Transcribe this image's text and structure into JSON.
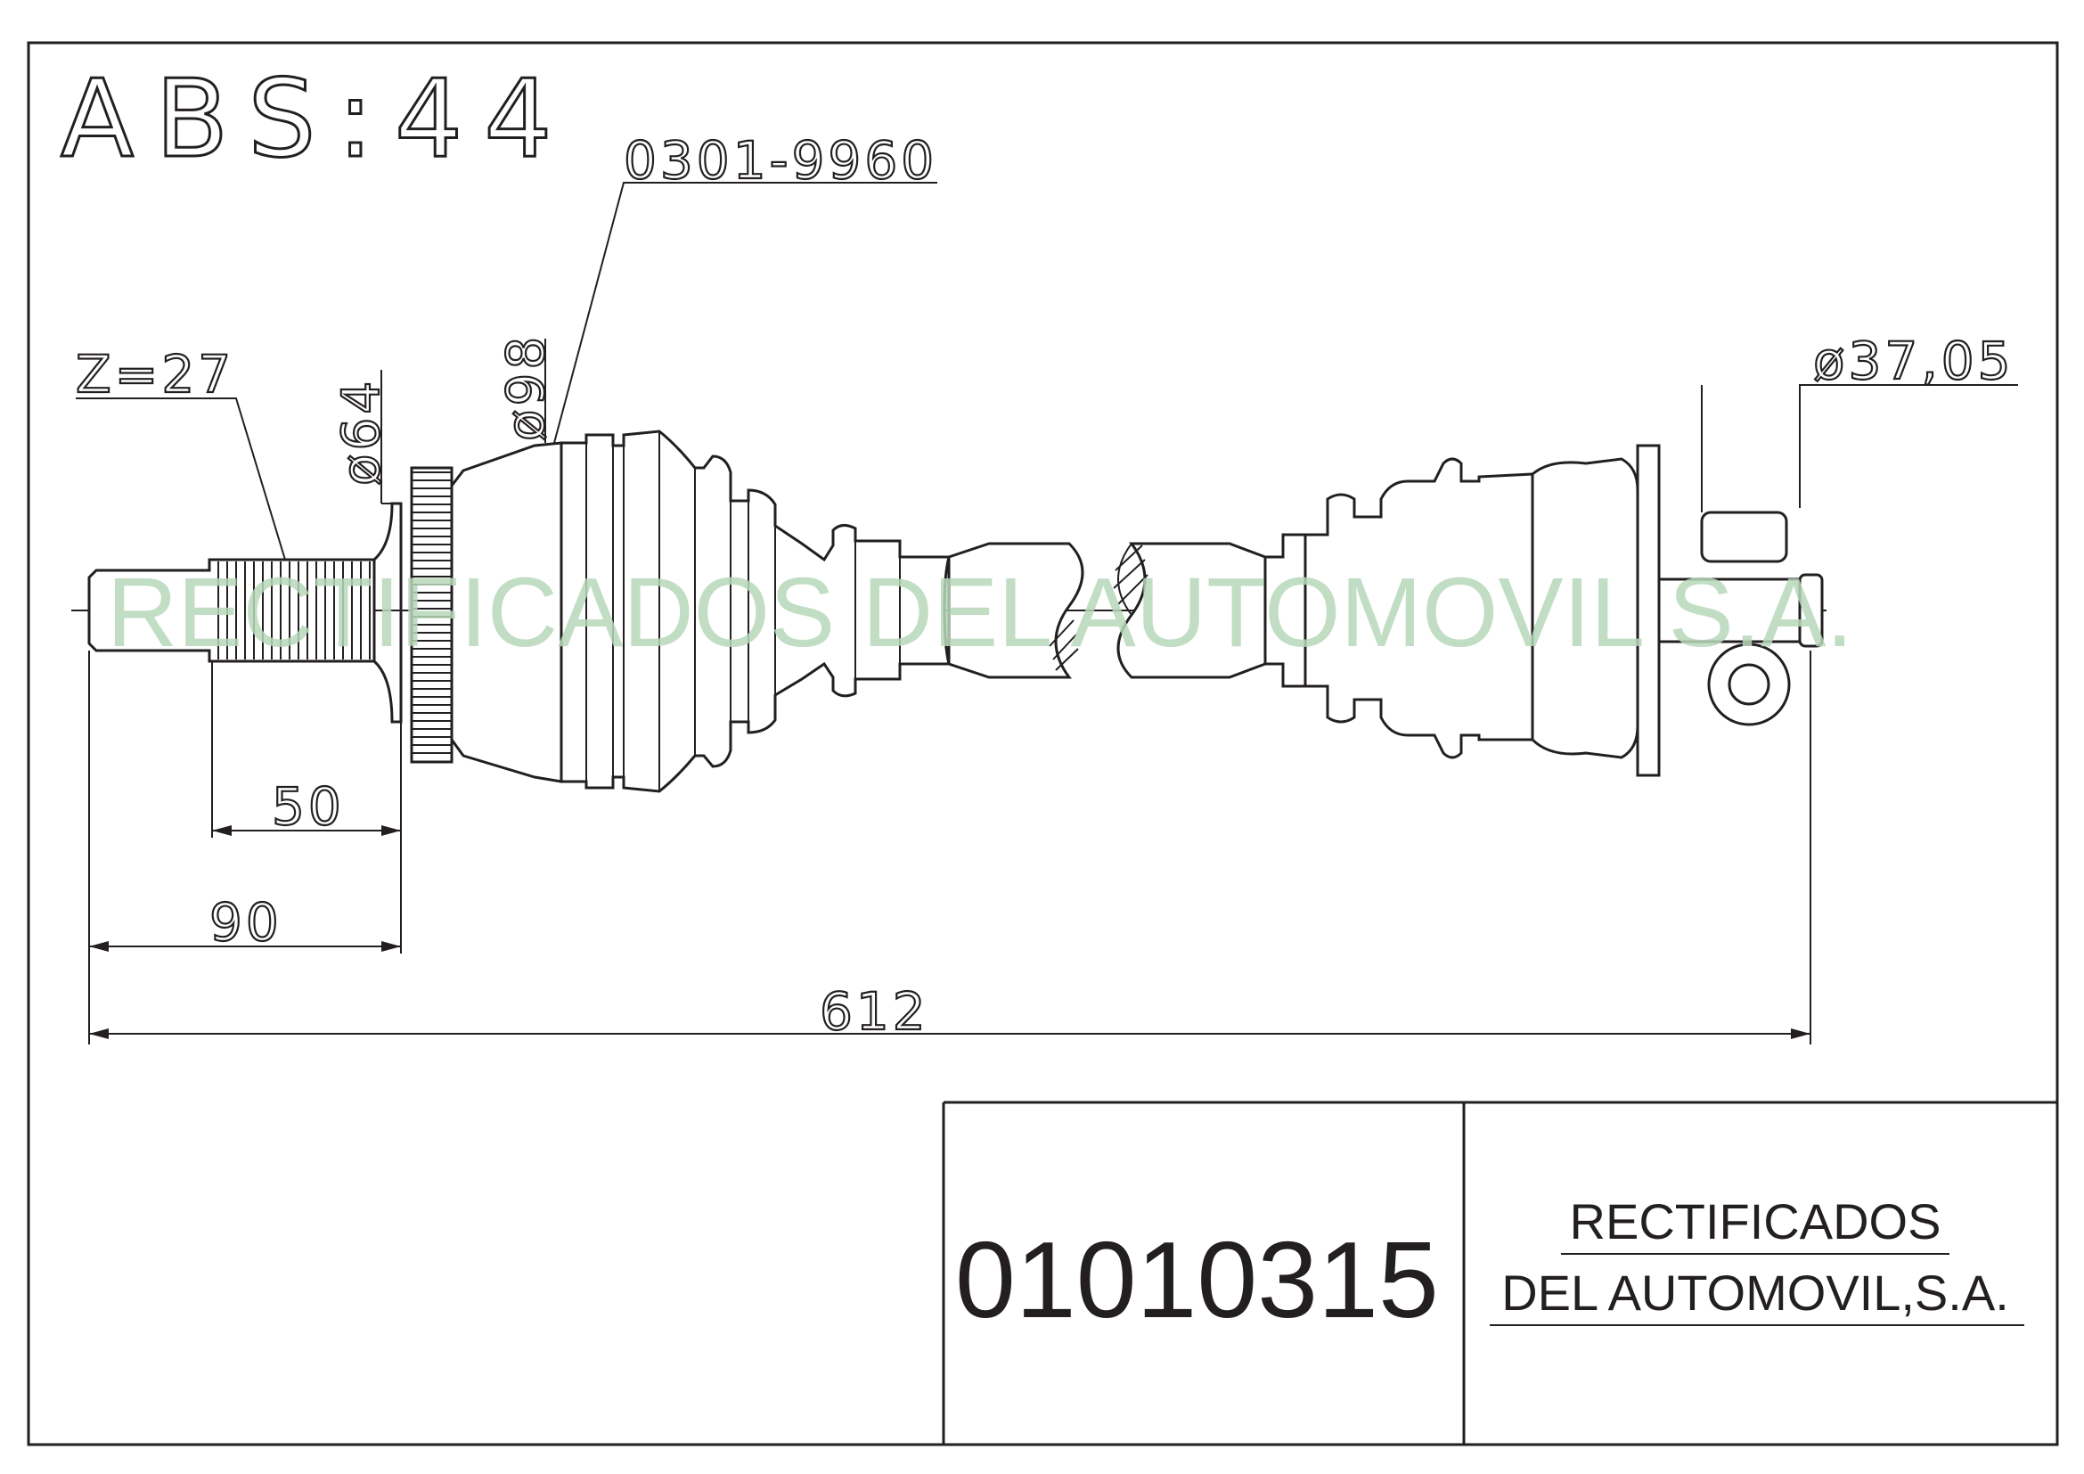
{
  "drawing": {
    "abs_label": "ABS:44",
    "part_ref": "0301-9960",
    "spline_count": "Z=27",
    "diameter_64": "ø64",
    "diameter_98": "ø98",
    "diameter_37": "ø37,05",
    "dim_50": "50",
    "dim_90": "90",
    "dim_612": "612",
    "watermark": "RECTIFICADOS DEL AUTOMOVIL S.A."
  },
  "title_block": {
    "part_number": "01010315",
    "company_line1": "RECTIFICADOS",
    "company_line2": "DEL AUTOMOVIL,S.A."
  },
  "colors": {
    "line": "#231f20",
    "watermark": "#b7d8b9"
  }
}
